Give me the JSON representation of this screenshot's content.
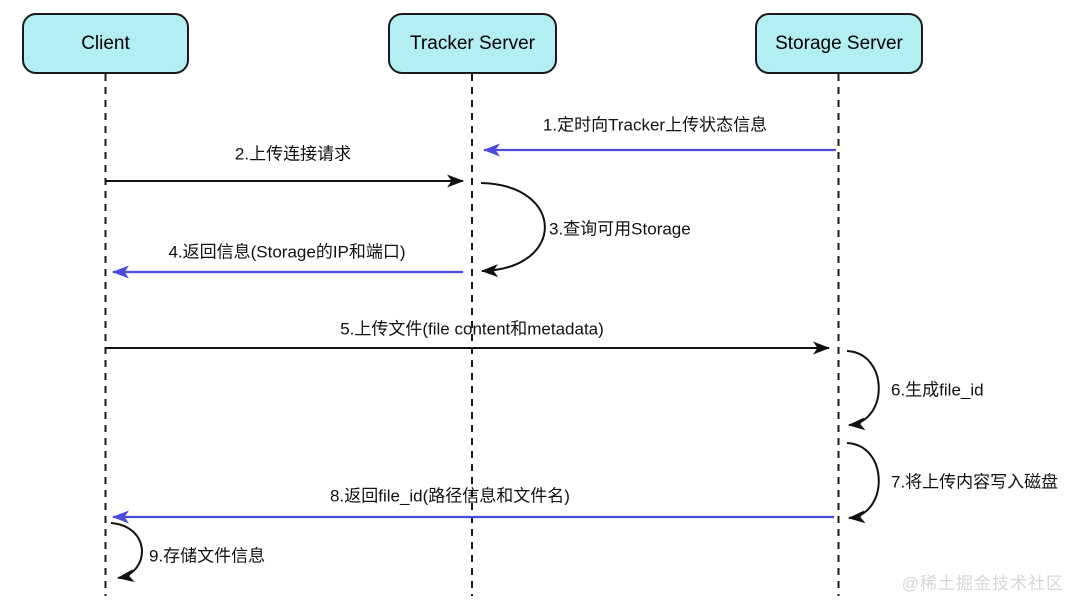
{
  "actors": [
    {
      "label": "Client"
    },
    {
      "label": "Tracker Server"
    },
    {
      "label": "Storage Server"
    }
  ],
  "messages": [
    {
      "seq": 1,
      "label": "1.定时向Tracker上传状态信息",
      "from": "Storage Server",
      "to": "Tracker Server",
      "arrow": "blue-solid"
    },
    {
      "seq": 2,
      "label": "2.上传连接请求",
      "from": "Client",
      "to": "Tracker Server",
      "arrow": "black-solid"
    },
    {
      "seq": 3,
      "label": "3.查询可用Storage",
      "from": "Tracker Server",
      "to": "Tracker Server",
      "arrow": "self-loop"
    },
    {
      "seq": 4,
      "label": "4.返回信息(Storage的IP和端口)",
      "from": "Tracker Server",
      "to": "Client",
      "arrow": "blue-solid"
    },
    {
      "seq": 5,
      "label": "5.上传文件(file content和metadata)",
      "from": "Client",
      "to": "Storage Server",
      "arrow": "black-solid"
    },
    {
      "seq": 6,
      "label": "6.生成file_id",
      "from": "Storage Server",
      "to": "Storage Server",
      "arrow": "self-loop"
    },
    {
      "seq": 7,
      "label": "7.将上传内容写入磁盘",
      "from": "Storage Server",
      "to": "Storage Server",
      "arrow": "self-loop"
    },
    {
      "seq": 8,
      "label": "8.返回file_id(路径信息和文件名)",
      "from": "Storage Server",
      "to": "Client",
      "arrow": "blue-solid"
    },
    {
      "seq": 9,
      "label": "9.存储文件信息",
      "from": "Client",
      "to": "Client",
      "arrow": "self-loop"
    }
  ],
  "watermark": "@稀土掘金技术社区",
  "colors": {
    "actor_fill": "#b2eef2",
    "actor_border": "#1a1a1a",
    "black_arrow": "#111111",
    "blue_arrow": "#4b4bdc",
    "text": "#111111",
    "watermark": "#d6d6d6"
  }
}
